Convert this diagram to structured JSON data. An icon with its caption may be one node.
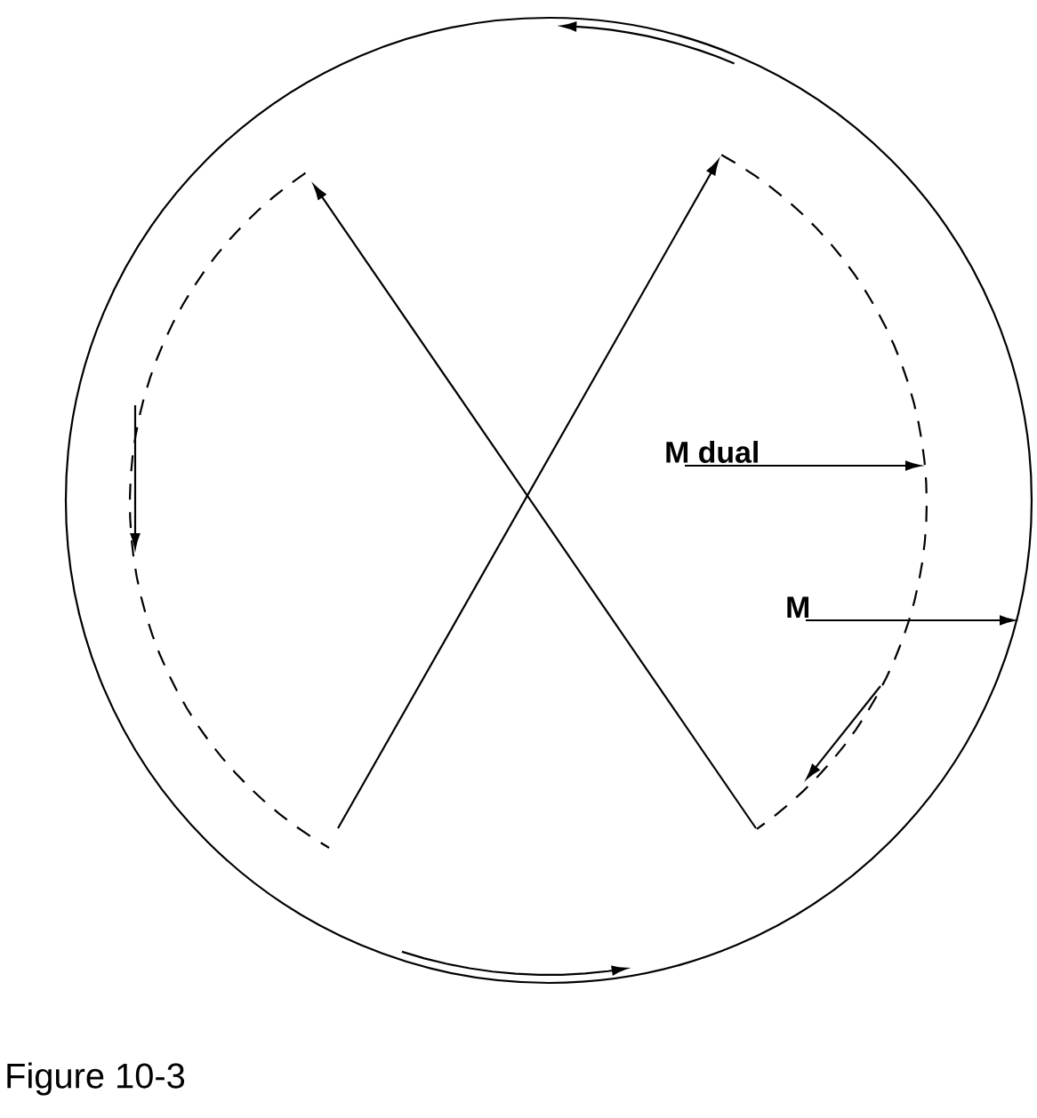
{
  "diagram": {
    "caption": "Figure 10-3",
    "nodes": [
      {
        "text": [
          "M dual"
        ]
      },
      {
        "text": [
          "M"
        ]
      }
    ],
    "edges": [
      {
        "from": 0,
        "to": null,
        "arrow": "to"
      },
      {
        "from": 1,
        "to": null,
        "arrow": "to"
      }
    ]
  }
}
